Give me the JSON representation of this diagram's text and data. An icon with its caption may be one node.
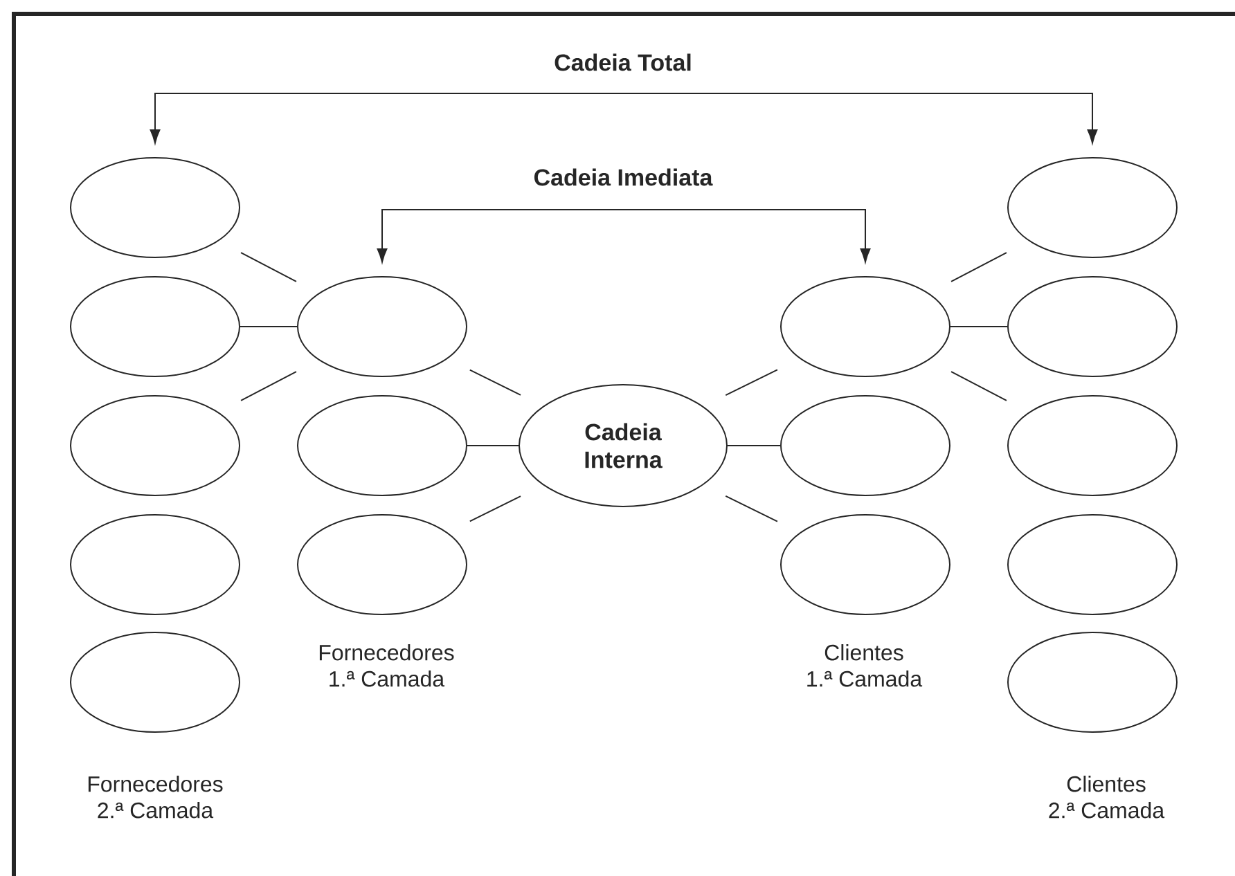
{
  "diagram": {
    "nodes": [
      {
        "text": [],
        "shape": "ellipse"
      },
      {
        "text": [],
        "shape": "ellipse"
      },
      {
        "text": [],
        "shape": "ellipse"
      },
      {
        "text": [],
        "shape": "ellipse"
      },
      {
        "text": [],
        "shape": "ellipse"
      },
      {
        "text": [],
        "shape": "ellipse"
      },
      {
        "text": [],
        "shape": "ellipse"
      },
      {
        "text": [],
        "shape": "ellipse"
      },
      {
        "text": [
          "Cadeia Interna"
        ]
      },
      {
        "text": [],
        "shape": "ellipse"
      },
      {
        "text": [],
        "shape": "ellipse"
      },
      {
        "text": [],
        "shape": "ellipse"
      },
      {
        "text": [],
        "shape": "ellipse"
      },
      {
        "text": [],
        "shape": "ellipse"
      },
      {
        "text": [],
        "shape": "ellipse"
      },
      {
        "text": [],
        "shape": "ellipse"
      },
      {
        "text": [],
        "shape": "ellipse"
      }
    ],
    "edges": [
      {
        "from": 0,
        "to": 5,
        "arrow": "none"
      },
      {
        "from": 1,
        "to": 5,
        "arrow": "none"
      },
      {
        "from": 2,
        "to": 5,
        "arrow": "none"
      },
      {
        "from": 5,
        "to": 8,
        "arrow": "none"
      },
      {
        "from": 6,
        "to": 8,
        "arrow": "none"
      },
      {
        "from": 7,
        "to": 8,
        "arrow": "none"
      },
      {
        "from": 8,
        "to": 9,
        "arrow": "none"
      },
      {
        "from": 8,
        "to": 10,
        "arrow": "none"
      },
      {
        "from": 8,
        "to": 11,
        "arrow": "none"
      },
      {
        "from": 9,
        "to": 12,
        "arrow": "none"
      },
      {
        "from": 9,
        "to": 13,
        "arrow": "none"
      },
      {
        "from": 9,
        "to": 14,
        "arrow": "none"
      },
      {
        "from": 0,
        "to": 12,
        "arrow": "both",
        "label": "Cadeia Total"
      },
      {
        "from": 5,
        "to": 9,
        "arrow": "both",
        "label": "Cadeia Imediata"
      }
    ],
    "labels": [
      "Fornecedores 1.ª Camada",
      "Clientes 1.ª Camada",
      "Fornecedores 2.ª Camada",
      "Clientes 2.ª Camada"
    ]
  }
}
